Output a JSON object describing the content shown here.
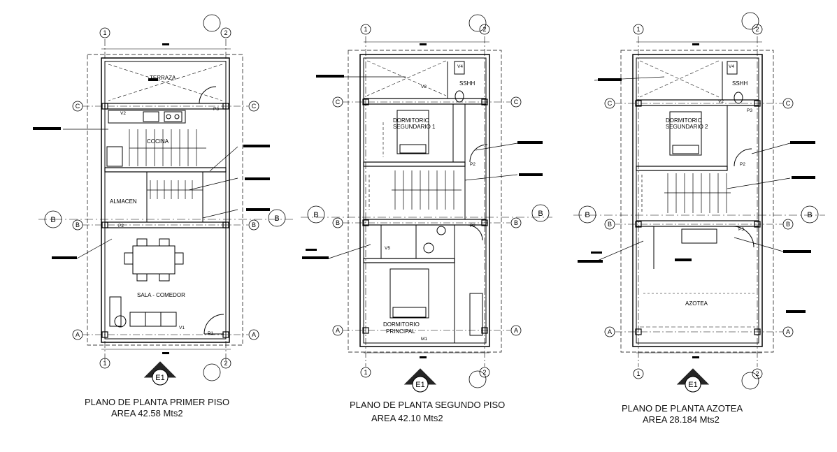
{
  "plans": [
    {
      "id": "primer-piso",
      "title": "PLANO DE PLANTA PRIMER PISO",
      "area": "AREA 42.58 Mts2",
      "rooms": [
        "TERRAZA",
        "COCINA",
        "ALMACEN",
        "SALA - COMEDOR"
      ],
      "tags": [
        "V2",
        "P3",
        "P2",
        "V1",
        "P1"
      ],
      "section_marker": "E1"
    },
    {
      "id": "segundo-piso",
      "title": "PLANO DE PLANTA SEGUNDO PISO",
      "area": "AREA 42.10 Mts2",
      "rooms": [
        "DORMITORIO",
        "SEGUNDARIO 1",
        "SSHH",
        "DORMITORIO",
        "PRINCIPAL"
      ],
      "tags": [
        "V2",
        "V4",
        "V5",
        "M1",
        "P2",
        "P2"
      ],
      "section_marker": "E1"
    },
    {
      "id": "azotea",
      "title": "PLANO DE PLANTA AZOTEA",
      "area": "AREA 28.184 Mts2",
      "rooms": [
        "DORMITORIO",
        "SEGUNDARIO 2",
        "SSHH",
        "AZOTEA"
      ],
      "tags": [
        "V2",
        "V4",
        "P3",
        "P2",
        "P3"
      ],
      "section_marker": "E1"
    }
  ],
  "grid_axes": {
    "columns": [
      "1",
      "2"
    ],
    "rows": [
      "A",
      "B",
      "C"
    ],
    "section": "B"
  }
}
